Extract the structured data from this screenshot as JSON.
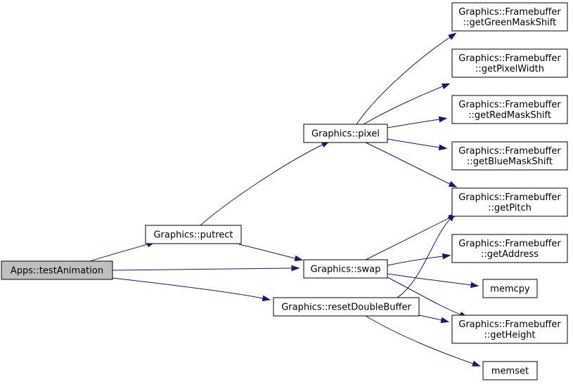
{
  "graph": {
    "colors": {
      "edge": "#191970",
      "root_fill": "#bfbfbf",
      "node_fill": "#ffffff",
      "border": "#000000"
    },
    "nodes": {
      "root": {
        "lines": [
          "Apps::testAnimation"
        ]
      },
      "putrect": {
        "lines": [
          "Graphics::putrect"
        ]
      },
      "pixel": {
        "lines": [
          "Graphics::pixel"
        ]
      },
      "swap": {
        "lines": [
          "Graphics::swap"
        ]
      },
      "reset": {
        "lines": [
          "Graphics::resetDoubleBuffer"
        ]
      },
      "green": {
        "lines": [
          "Graphics::Framebuffer",
          "::getGreenMaskShift"
        ]
      },
      "width": {
        "lines": [
          "Graphics::Framebuffer",
          "::getPixelWidth"
        ]
      },
      "red": {
        "lines": [
          "Graphics::Framebuffer",
          "::getRedMaskShift"
        ]
      },
      "blue": {
        "lines": [
          "Graphics::Framebuffer",
          "::getBlueMaskShift"
        ]
      },
      "pitch": {
        "lines": [
          "Graphics::Framebuffer",
          "::getPitch"
        ]
      },
      "address": {
        "lines": [
          "Graphics::Framebuffer",
          "::getAddress"
        ]
      },
      "memcpy": {
        "lines": [
          "memcpy"
        ]
      },
      "height": {
        "lines": [
          "Graphics::Framebuffer",
          "::getHeight"
        ]
      },
      "memset": {
        "lines": [
          "memset"
        ]
      }
    },
    "edges": [
      [
        "root",
        "putrect"
      ],
      [
        "root",
        "swap"
      ],
      [
        "root",
        "reset"
      ],
      [
        "putrect",
        "pixel"
      ],
      [
        "putrect",
        "swap"
      ],
      [
        "pixel",
        "green"
      ],
      [
        "pixel",
        "width"
      ],
      [
        "pixel",
        "red"
      ],
      [
        "pixel",
        "blue"
      ],
      [
        "pixel",
        "pitch"
      ],
      [
        "swap",
        "pitch"
      ],
      [
        "swap",
        "address"
      ],
      [
        "swap",
        "memcpy"
      ],
      [
        "swap",
        "height"
      ],
      [
        "reset",
        "pitch"
      ],
      [
        "reset",
        "height"
      ],
      [
        "reset",
        "memset"
      ]
    ]
  }
}
